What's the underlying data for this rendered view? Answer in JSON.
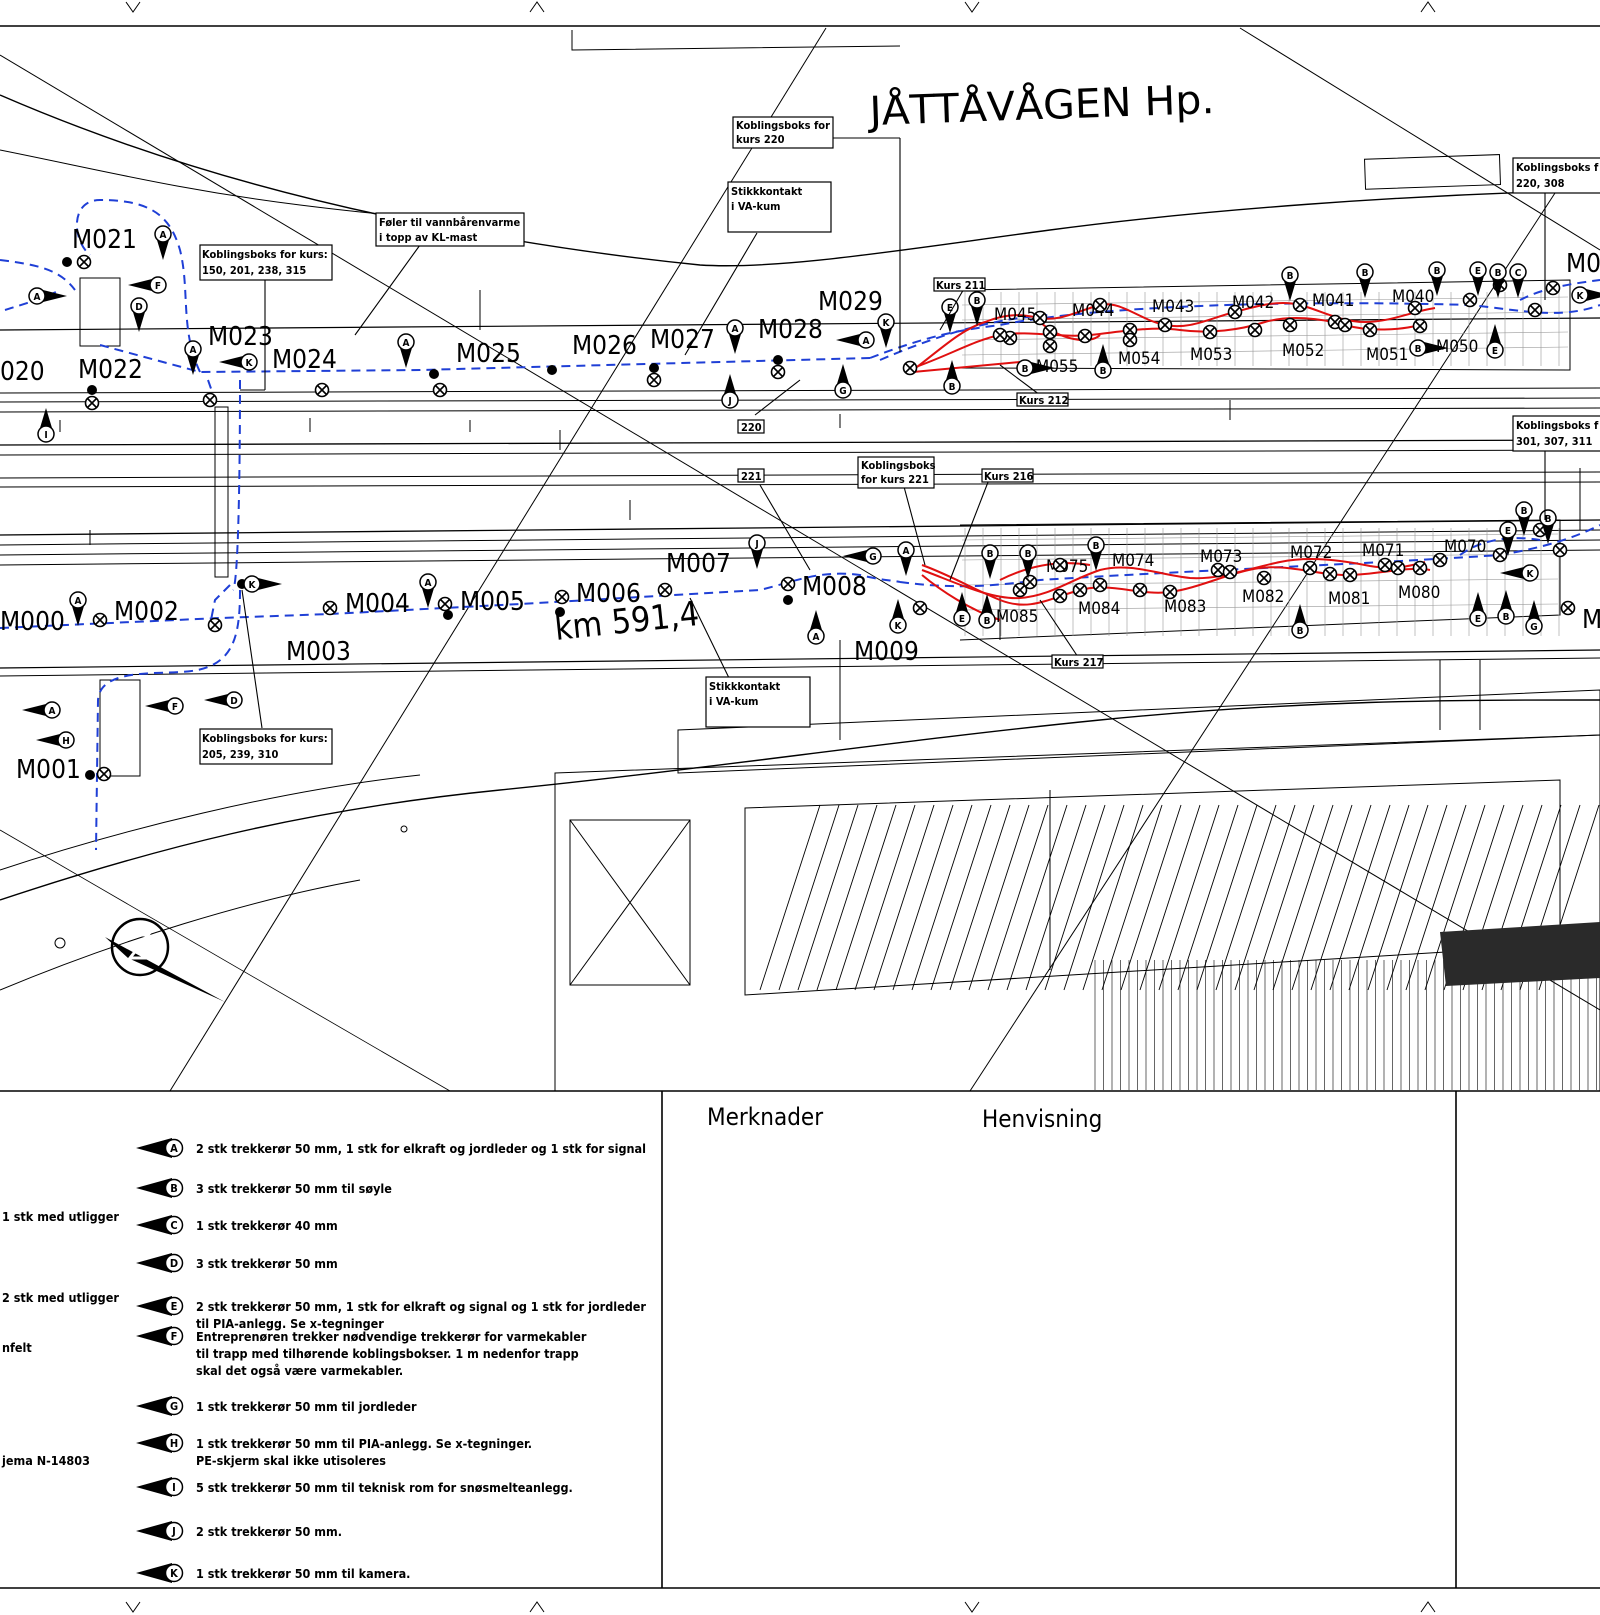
{
  "drawing": {
    "station_title": "JÅTTÅVÅGEN Hp.",
    "km_label": "km 591,4",
    "colors": {
      "line": "#000000",
      "cable_conduit": "#1f3fd6",
      "heating_cable": "#e01010",
      "fill_dark": "#2a2a2a"
    },
    "mast_labels": {
      "M021": "M021",
      "M022": "M022",
      "M023": "M023",
      "M024": "M024",
      "M025": "M025",
      "M026": "M026",
      "M027": "M027",
      "M028": "M028",
      "M029": "M029",
      "M020": "020",
      "M000": "M000",
      "M001": "M001",
      "M002": "M002",
      "M003": "M003",
      "M004": "M004",
      "M005": "M005",
      "M006": "M006",
      "M007": "M007",
      "M008": "M008",
      "M009": "M009",
      "M045": "M045",
      "M044": "M044",
      "M043": "M043",
      "M042": "M042",
      "M041": "M041",
      "M040": "M040",
      "M055": "M055",
      "M054": "M054",
      "M053": "M053",
      "M052": "M052",
      "M051": "M051",
      "M050": "M050",
      "M075": "M075",
      "M074": "M074",
      "M073": "M073",
      "M072": "M072",
      "M071": "M071",
      "M070": "M070",
      "M085": "M085",
      "M084": "M084",
      "M083": "M083",
      "M082": "M082",
      "M081": "M081",
      "M080": "M080",
      "M0_edge_top": "M0",
      "M_edge_bottom": "M"
    },
    "callouts": {
      "c220": "Koblingsboks for|kurs 220",
      "stikk1": "Stikkkontakt|i VA-kum",
      "foler": "Føler til vannbårenvarme|i topp av KL-mast",
      "kb150": "Koblingsboks for kurs:|150, 201, 238, 315",
      "kb220_308": "Koblingsboks f|220, 308",
      "kb301": "Koblingsboks f|301, 307, 311",
      "kb221": "Koblingsboks|for kurs 221",
      "stikk2": "Stikkkontakt|i VA-kum",
      "kb205": "Koblingsboks for kurs:|205, 239, 310"
    },
    "small_labels": {
      "kurs211": "Kurs 211",
      "kurs212": "Kurs 212",
      "kurs216": "Kurs 216",
      "kurs217": "Kurs 217",
      "n220": "220",
      "n221": "221"
    }
  },
  "panels": {
    "merknader": "Merknader",
    "henvisning": "Henvisning"
  },
  "left_fragments": [
    "1 stk med utligger",
    "2 stk med utligger",
    "nfelt",
    "jema N-14803"
  ],
  "legend": [
    {
      "letter": "A",
      "lines": [
        "2 stk trekkerør 50 mm, 1 stk for elkraft og jordleder og 1 stk for signal"
      ]
    },
    {
      "letter": "B",
      "lines": [
        "3 stk trekkerør 50 mm til søyle"
      ]
    },
    {
      "letter": "C",
      "lines": [
        "1 stk trekkerør 40 mm"
      ]
    },
    {
      "letter": "D",
      "lines": [
        "3 stk trekkerør 50 mm"
      ]
    },
    {
      "letter": "E",
      "lines": [
        "2 stk trekkerør 50 mm, 1 stk for elkraft og signal og 1 stk for jordleder",
        "til PIA-anlegg. Se x-tegninger"
      ]
    },
    {
      "letter": "F",
      "lines": [
        "Entreprenøren trekker nødvendige trekkerør for varmekabler",
        "til trapp med tilhørende koblingsbokser. 1 m nedenfor trapp",
        "skal det også være varmekabler."
      ]
    },
    {
      "letter": "G",
      "lines": [
        "1 stk trekkerør 50 mm til jordleder"
      ]
    },
    {
      "letter": "H",
      "lines": [
        "1 stk trekkerør 50 mm til PIA-anlegg. Se x-tegninger.",
        "PE-skjerm skal ikke utisoleres"
      ]
    },
    {
      "letter": "I",
      "lines": [
        "5 stk trekkerør 50 mm til teknisk rom for snøsmelteanlegg."
      ]
    },
    {
      "letter": "J",
      "lines": [
        "2 stk trekkerør 50 mm."
      ]
    },
    {
      "letter": "K",
      "lines": [
        "1 stk trekkerør 50 mm til kamera."
      ]
    }
  ]
}
